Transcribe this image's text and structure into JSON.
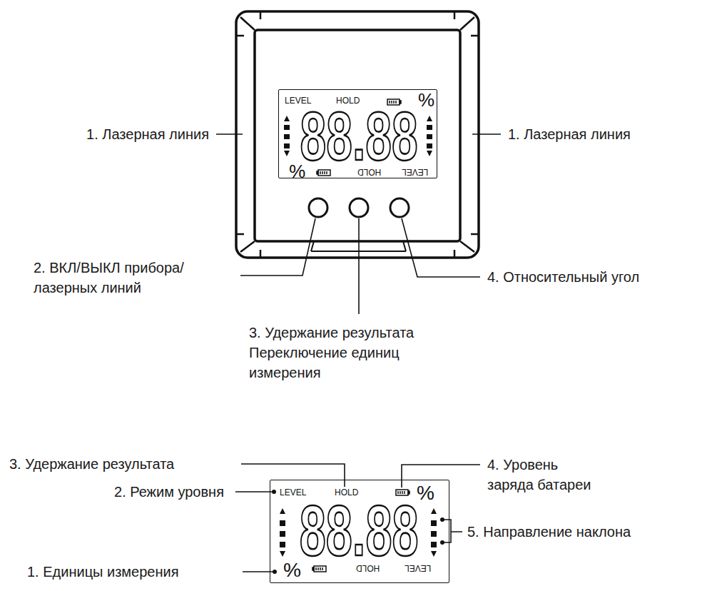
{
  "diagram": {
    "nodes": [
      {
        "text": [
          "LEVEL",
          "HOLD",
          "%",
          "88.88",
          "%",
          "HOLD",
          "LEVEL"
        ]
      },
      {
        "text": [
          "LEVEL",
          "HOLD",
          "%",
          "88.88",
          "%",
          "HOLD",
          "LEVEL"
        ]
      }
    ],
    "labels": [
      "1. Лазерная линия",
      "1. Лазерная линия",
      "2. ВКЛ/ВЫКЛ прибора/ лазерных линий",
      "3. Удержание результата Переключение единиц измерения",
      "4. Относительный угол",
      "3. Удержание результата",
      "2. Режим уровня",
      "4. Уровень заряда батареи",
      "1. Единицы измерения",
      "5. Направление наклона"
    ]
  }
}
